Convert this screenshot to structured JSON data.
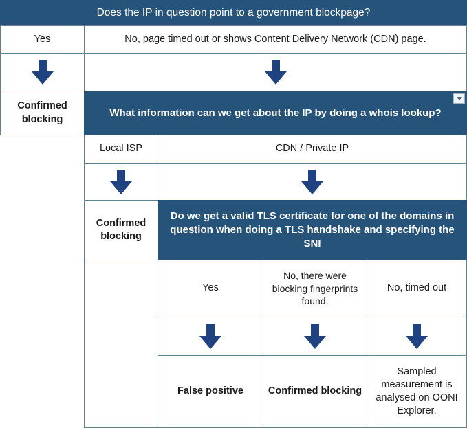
{
  "diagram": {
    "title_bar": {
      "text": "Does the IP in question point to a government blockpage?"
    },
    "level1": {
      "option_yes": "Yes",
      "option_no": "No, page timed out or shows Content Delivery Network (CDN) page.",
      "outcome_yes": "Confirmed blocking"
    },
    "level2": {
      "question": "What information can we get about the IP by doing a whois lookup?",
      "option_local_isp": "Local ISP",
      "option_cdn": "CDN / Private IP",
      "outcome_local_isp": "Confirmed blocking"
    },
    "level3": {
      "question": "Do we get a valid TLS certificate for one of the domains in question when doing a TLS handshake and specifying the SNI",
      "option_yes": "Yes",
      "option_fingerprints": "No, there were blocking fingerprints found.",
      "option_timeout": "No, timed out",
      "outcome_yes": "False positive",
      "outcome_fingerprints": "Confirmed blocking",
      "outcome_timeout": "Sampled measurement is analysed on OONI Explorer."
    },
    "controls": {
      "dropdown_label": "chevron-down-icon"
    },
    "icons": {
      "arrow_down": "arrow-down-icon"
    },
    "colors": {
      "header_blue": "#255379",
      "arrow_blue": "#1f4380",
      "border_gray": "#63818a",
      "text_dark": "#1a1a1a",
      "text_light": "#ffffff"
    }
  }
}
